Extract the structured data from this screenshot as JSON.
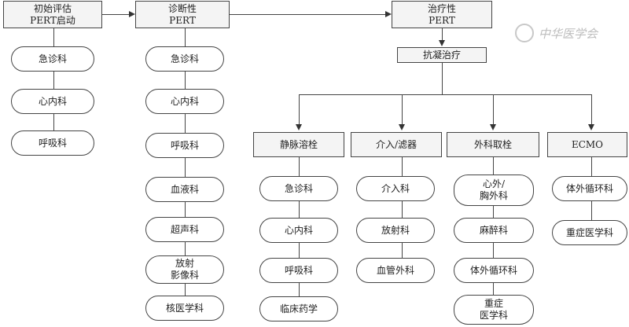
{
  "stages": {
    "initial": {
      "line1": "初始评估",
      "line2": "PERT启动"
    },
    "diagnostic": {
      "line1": "诊断性",
      "line2": "PERT"
    },
    "therapeutic": {
      "line1": "治疗性",
      "line2": "PERT"
    }
  },
  "anticoag": "抗凝治疗",
  "initial_depts": [
    "急诊科",
    "心内科",
    "呼吸科"
  ],
  "diagnostic_depts": [
    "急诊科",
    "心内科",
    "呼吸科",
    "血液科",
    "超声科",
    "放射\n影像科",
    "核医学科"
  ],
  "treatments": [
    {
      "title": "静脉溶栓",
      "depts": [
        "急诊科",
        "心内科",
        "呼吸科",
        "临床药学"
      ]
    },
    {
      "title": "介入/滤器",
      "depts": [
        "介入科",
        "放射科",
        "血管外科"
      ]
    },
    {
      "title": "外科取栓",
      "depts": [
        "心外/\n胸外科",
        "麻醉科",
        "体外循环科",
        "重症\n医学科"
      ]
    },
    {
      "title": "ECMO",
      "depts": [
        "体外循环科",
        "重症医学科"
      ]
    }
  ],
  "watermark": "中华医学会"
}
